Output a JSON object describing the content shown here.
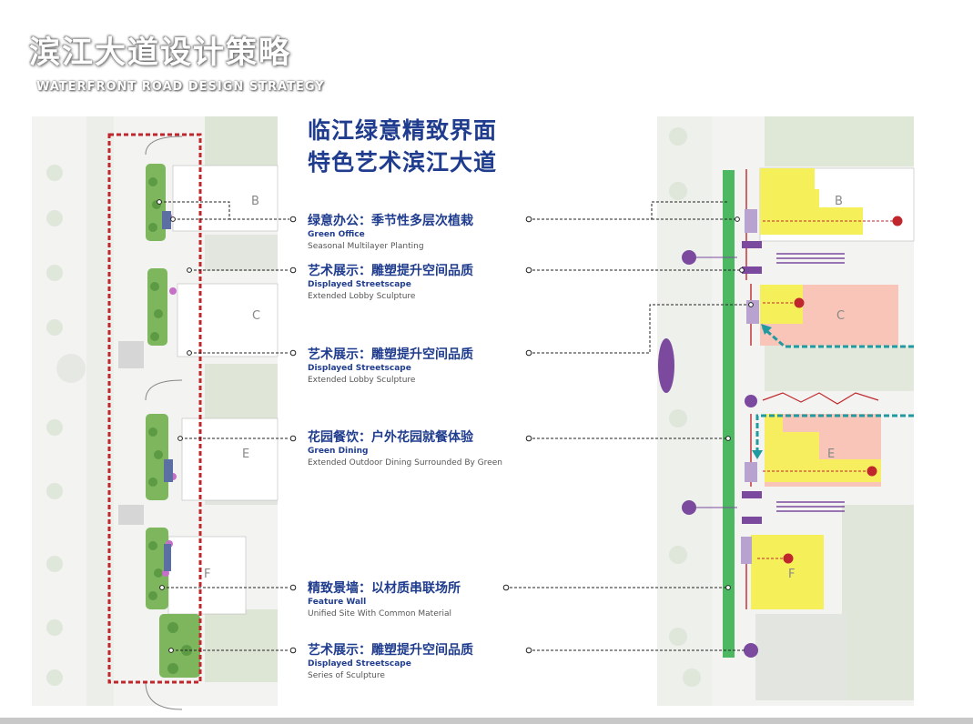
{
  "title_cn": "滨江大道设计策略",
  "title_en": "WATERFRONT  ROAD DESIGN STRATEGY",
  "headline": [
    "临江绿意精致界面",
    "特色艺术滨江大道"
  ],
  "annotations": [
    {
      "cn": "绿意办公：季节性多层次植栽",
      "en1": "Green Office",
      "en2": "Seasonal Multilayer Planting"
    },
    {
      "cn": "艺术展示：雕塑提升空间品质",
      "en1": "Displayed Streetscape",
      "en2": "Extended Lobby Sculpture"
    },
    {
      "cn": "艺术展示：雕塑提升空间品质",
      "en1": "Displayed Streetscape",
      "en2": "Extended Lobby Sculpture"
    },
    {
      "cn": "花园餐饮：户外花园就餐体验",
      "en1": "Green Dining",
      "en2": "Extended Outdoor Dining Surrounded By Green"
    },
    {
      "cn": "精致景墙：以材质串联场所",
      "en1": "Feature Wall",
      "en2": "Unified Site With Common Material"
    },
    {
      "cn": "艺术展示：雕塑提升空间品质",
      "en1": "Displayed Streetscape",
      "en2": "Series of Sculpture"
    }
  ],
  "building_labels": {
    "left": [
      "B",
      "C",
      "E",
      "F"
    ],
    "right": [
      "B",
      "C",
      "E",
      "F"
    ]
  },
  "colors": {
    "title_blue": "#1f3c8e",
    "red_dashed_frame": "#c0272d",
    "green_corridor": "#4cb962",
    "yellow_zone": "#f5f05a",
    "pink_zone": "#f8c5b8",
    "purple_node": "#7b4a9e",
    "teal_arrow": "#1f9aa0"
  }
}
